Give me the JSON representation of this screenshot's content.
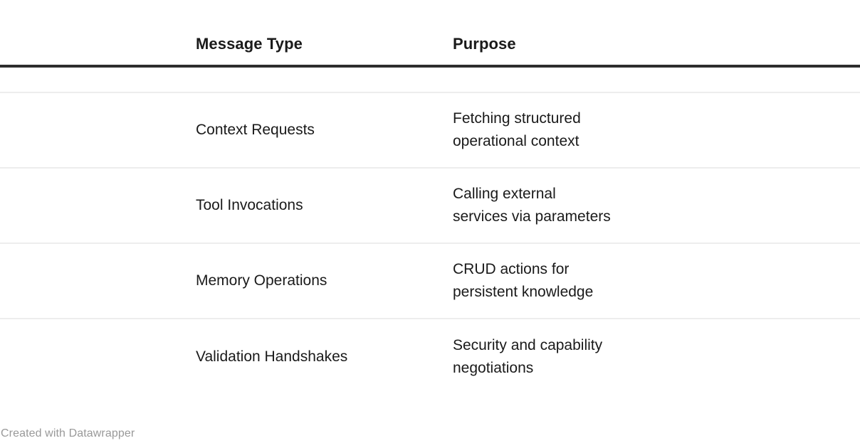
{
  "chart_data": {
    "type": "table",
    "title": "",
    "columns": [
      "Message Type",
      "Purpose"
    ],
    "rows": [
      [
        "Context Requests",
        "Fetching structured operational context"
      ],
      [
        "Tool Invocations",
        "Calling external services via parameters"
      ],
      [
        "Memory Operations",
        "CRUD actions for persistent knowledge"
      ],
      [
        "Validation Handshakes",
        "Security and capability negotiations"
      ]
    ],
    "grid": true,
    "legend": "none"
  },
  "table": {
    "header": {
      "col_type": "Message Type",
      "col_purpose": "Purpose"
    },
    "rows": [
      {
        "type": "Context Requests",
        "purpose_line1": "Fetching structured",
        "purpose_line2": "operational context"
      },
      {
        "type": "Tool Invocations",
        "purpose_line1": "Calling external",
        "purpose_line2": "services via parameters"
      },
      {
        "type": "Memory Operations",
        "purpose_line1": "CRUD actions for",
        "purpose_line2": "persistent knowledge"
      },
      {
        "type": "Validation Handshakes",
        "purpose_line1": "Security and capability",
        "purpose_line2": "negotiations"
      }
    ]
  },
  "footer": {
    "credit": "Created with Datawrapper"
  },
  "colors": {
    "background": "#ffffff",
    "text": "#1a1a1a",
    "header_rule": "#2e2e2e",
    "row_rule": "#ededed",
    "credit_text": "#999999"
  }
}
